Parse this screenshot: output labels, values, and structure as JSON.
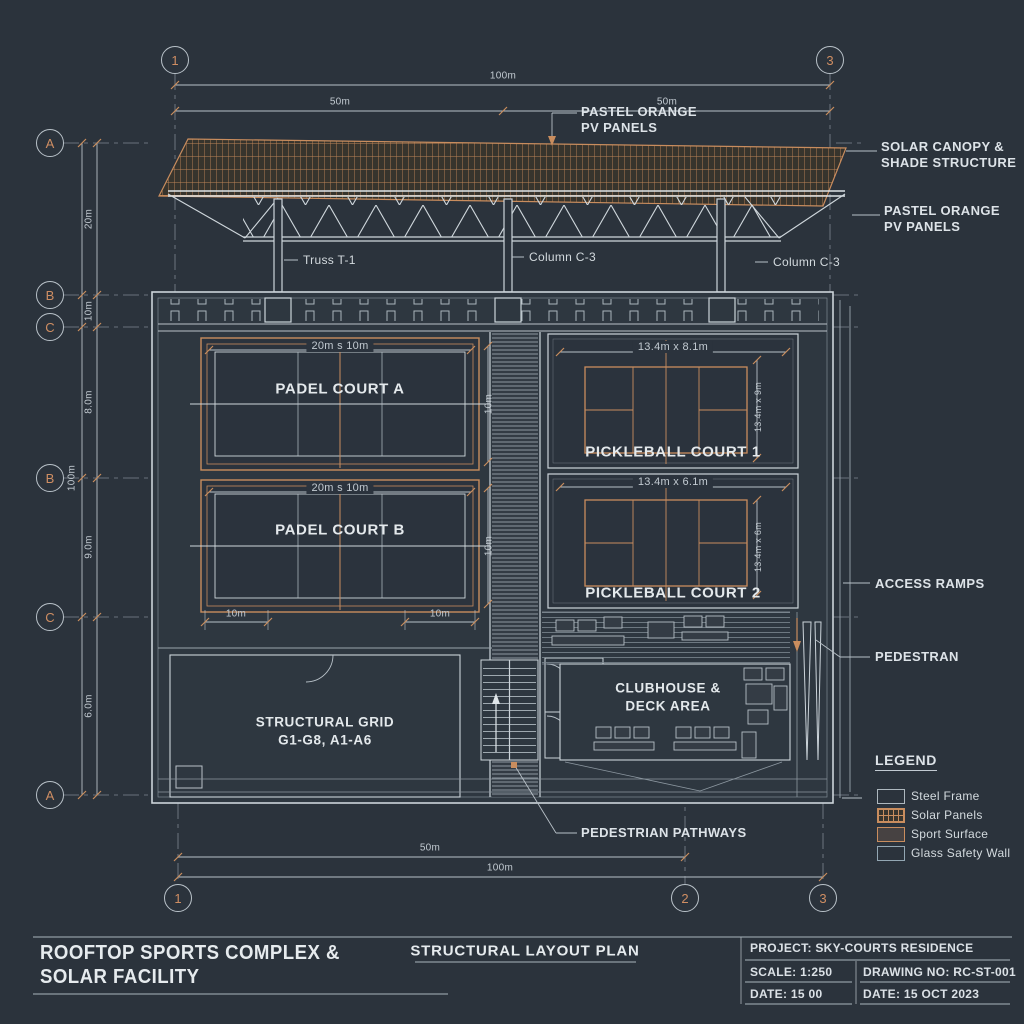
{
  "colors": {
    "background": "#2b333c",
    "line_bright": "#ccd4da",
    "line_dim": "#8d98a1",
    "accent_orange": "#c98d5e",
    "text": "#dde3e8"
  },
  "grid": {
    "top": [
      "1",
      "3"
    ],
    "bottom": [
      "1",
      "2",
      "3"
    ],
    "left": [
      "A",
      "B",
      "C",
      "B",
      "C",
      "A"
    ]
  },
  "dims": {
    "top_total": "100m",
    "top_left": "50m",
    "top_right": "50m",
    "left_a_b": "20m",
    "left_b_c": "10m",
    "left_c_b": "8.0m",
    "left_total": "100m",
    "left_b_c2": "9.0m",
    "left_c_a": "6.0m",
    "bottom_half": "50m",
    "bottom_total": "100m",
    "padel_a_size": "20m s 10m",
    "padel_a_side": "10m",
    "padel_b_size": "20m s 10m",
    "padel_b_side": "10m",
    "padel_b_under_left": "10m",
    "padel_b_under_right": "10m",
    "pb1_size": "13.4m x 8.1m",
    "pb1_side": "13.4m x 9m",
    "pb2_size": "13.4m x 6.1m",
    "pb2_side": "13.4m x 6m"
  },
  "callouts": {
    "pv_top_1": "PASTEL ORANGE",
    "pv_top_2": "PV PANELS",
    "canopy_1": "SOLAR CANOPY &",
    "canopy_2": "SHADE STRUCTURE",
    "pv_right_1": "PASTEL ORANGE",
    "pv_right_2": "PV PANELS",
    "truss": "Truss T-1",
    "column_mid": "Column C-3",
    "column_right": "Column C-3",
    "access_ramps": "ACCESS RAMPS",
    "pedestrian": "PEDESTRAN",
    "pathways": "PEDESTRIAN PATHWAYS"
  },
  "rooms": {
    "padel_a": "PADEL COURT A",
    "padel_b": "PADEL COURT B",
    "pickleball_1": "PICKLEBALL COURT 1",
    "pickleball_2": "PICKLEBALL COURT 2",
    "grid_room_1": "STRUCTURAL GRID",
    "grid_room_2": "G1-G8, A1-A6",
    "clubhouse_1": "CLUBHOUSE &",
    "clubhouse_2": "DECK AREA"
  },
  "legend": {
    "title": "LEGEND",
    "items": [
      {
        "label": "Steel Frame",
        "swatch": "steel-frame"
      },
      {
        "label": "Solar Panels",
        "swatch": "solar-panels"
      },
      {
        "label": "Sport Surface",
        "swatch": "sport-surface"
      },
      {
        "label": "Glass Safety Wall",
        "swatch": "glass-safety-wall"
      }
    ]
  },
  "title_block": {
    "title_1": "ROOFTOP SPORTS COMPLEX &",
    "title_2": "SOLAR FACILITY",
    "sheet": "STRUCTURAL LAYOUT PLAN",
    "project": "PROJECT: SKY-COURTS RESIDENCE",
    "scale": "SCALE: 1:250",
    "drawing_no": "DRAWING NO: RC-ST-001",
    "date_small": "DATE: 15 00",
    "date": "DATE: 15 OCT 2023"
  }
}
